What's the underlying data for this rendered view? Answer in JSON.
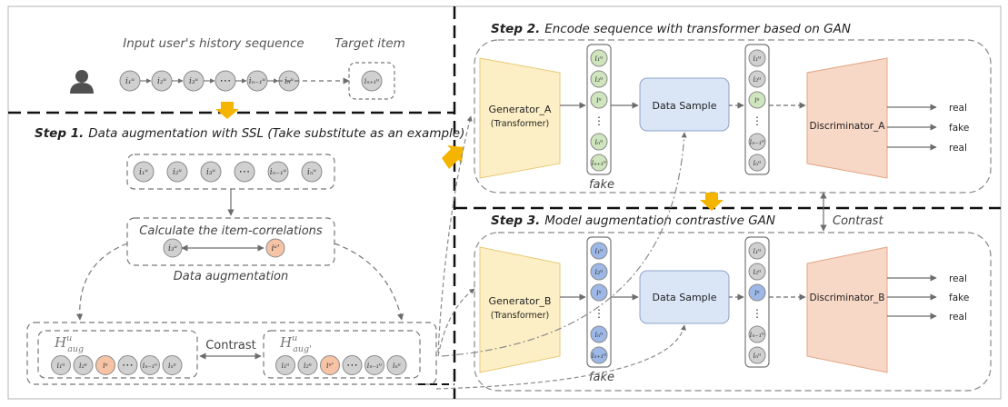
{
  "top": {
    "history_label": "Input user's history sequence",
    "target_label": "Target item",
    "history_items": [
      "i₁ᵘ",
      "i₂ᵘ",
      "i₃ᵘ",
      "⋯",
      "iₙ₋₁ᵘ",
      "iₙᵘ"
    ],
    "target_items": [
      "iₙ₊₁ᵘ"
    ]
  },
  "step1": {
    "prefix": "Step 1.",
    "title": "Data augmentation with SSL (Take substitute as an example)",
    "sequence": [
      "i₁ᵘ",
      "i₂ᵘ",
      "i₃ᵘ",
      "⋯",
      "iₙ₋₁ᵘ",
      "iₙᵘ"
    ],
    "correlation_label": "Calculate the item-correlations",
    "correlation_items": [
      "i₃ᵘ",
      "iᵘ'"
    ],
    "augmentation_label": "Data augmentation",
    "contrast_label": "Contrast",
    "h_aug": {
      "symbol": "H",
      "sup": "u",
      "sub": "aug",
      "items": [
        "i₁ᵘ",
        "i₂ᵘ",
        "iᵘ",
        "⋯",
        "iₙ₋₁ᵘ",
        "iₙᵘ"
      ]
    },
    "h_aug_prime": {
      "symbol": "H",
      "sup": "u",
      "sub": "aug'",
      "items": [
        "i₁ᵘ",
        "i₂ᵘ",
        "iᵘ'",
        "⋯",
        "iₙ₋₁ᵘ",
        "iₙᵘ"
      ]
    }
  },
  "step2": {
    "prefix": "Step 2.",
    "title": "Encode sequence with transformer based on GAN",
    "generator_name": "Generator_A",
    "generator_sub": "(Transformer)",
    "fake_column": [
      "i₁ᵘ",
      "i₂ᵘ",
      "iᵘ",
      "⋮",
      "iₙᵘ",
      "iₙ₊₁ᵘ"
    ],
    "fake_label": "fake",
    "sample_label": "Data Sample",
    "out_column": [
      "i₁ᵘ",
      "i₂ᵘ",
      "iᵘ",
      "⋮",
      "iₙ₋₁ᵘ",
      "iₙᵘ"
    ],
    "discriminator_name": "Discriminator_A",
    "outputs": [
      "real",
      "fake",
      "real"
    ]
  },
  "step3": {
    "prefix": "Step 3.",
    "title": "Model augmentation contrastive GAN",
    "generator_name": "Generator_B",
    "generator_sub": "(Transformer)",
    "fake_column": [
      "i₁ᵘ",
      "i₂ᵘ",
      "iᵘ",
      "⋮",
      "iₙᵘ",
      "iₙ₊₁ᵘ"
    ],
    "fake_label": "fake",
    "sample_label": "Data Sample",
    "out_column": [
      "i₁ᵘ",
      "i₂ᵘ",
      "iᵘ",
      "⋮",
      "iₙ₋₁ᵘ",
      "iₙᵘ"
    ],
    "discriminator_name": "Discriminator_B",
    "outputs": [
      "real",
      "fake",
      "real"
    ]
  },
  "between_label": "Contrast",
  "colors": {
    "gray_item": "#d0d0d0",
    "orange_item": "#f6c3a4",
    "green_item": "#cfe5bd",
    "blue_item": "#9db8e6",
    "generator_fill": "#fdefc5",
    "generator_stroke": "#e8c977",
    "sample_fill": "#dae5f6",
    "sample_stroke": "#8ea4c8",
    "discriminator_fill": "#f7d7c5",
    "discriminator_stroke": "#e3a787",
    "highlight_arrow": "#f5b400",
    "dashed_line": "#777777"
  }
}
